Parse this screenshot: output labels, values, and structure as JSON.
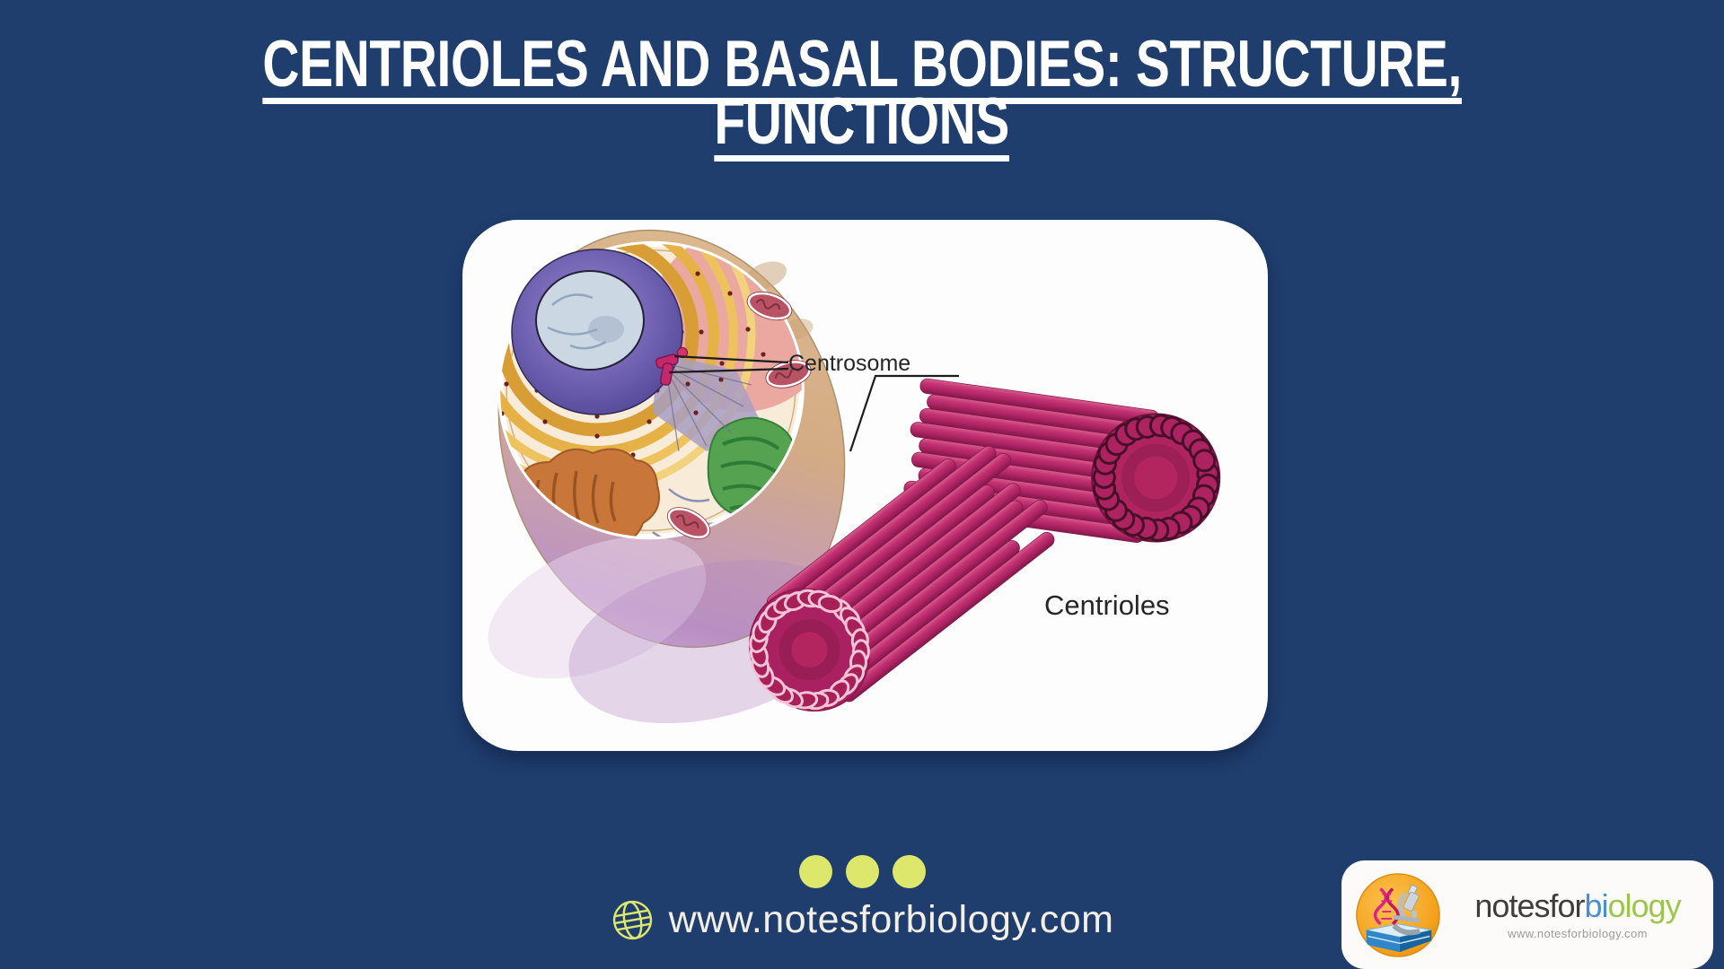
{
  "meta": {
    "kind": "biology-notes-slide"
  },
  "colors": {
    "background": "#1f3d6d",
    "card_bg": "#fdfdfd",
    "title_text": "#ffffff",
    "accent_green": "#dce76c",
    "footer_text": "#f4efe6",
    "label_text": "#262626",
    "centriole_pink": "#c0296a",
    "cell_tan": "#dcb88e",
    "cell_purple": "#bc92c4",
    "nucleus_purple": "#584a9c",
    "nucleolus_blue": "#ccd7e4",
    "er_gold": "#e6b246",
    "golgi_green": "#55a251",
    "organelle_orange": "#c9763b",
    "logo_orange": "#f5a31f",
    "brand_gray": "#3d3d3d",
    "brand_blue": "#4a8fd2",
    "brand_green": "#9cc64b",
    "logo_site_gray": "#9b9b9b"
  },
  "title": {
    "line1": "CENTRIOLES AND BASAL BODIES: STRUCTURE,",
    "line2": "FUNCTIONS"
  },
  "figure": {
    "centrosome_label": "Centrosome",
    "centrioles_label": "Centrioles",
    "icons": [
      "animal-cell-illustration",
      "centriole-pair-illustration"
    ]
  },
  "footer": {
    "website": "www.notesforbiology.com",
    "globe_icon": "globe-icon",
    "dot_count": 3
  },
  "logo": {
    "brand_gray": "notesfor",
    "brand_blue": "bi",
    "brand_green": "ology",
    "website": "www.notesforbiology.com",
    "badge_icons": [
      "book-icon",
      "dna-icon",
      "microscope-icon"
    ]
  }
}
